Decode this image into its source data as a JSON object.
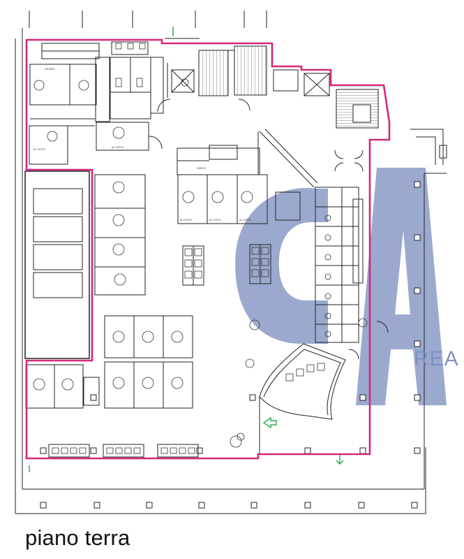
{
  "caption": "piano terra",
  "watermark": {
    "letters": "CA",
    "sub": "REA",
    "color": "#5b72b0"
  },
  "perimeter_color": "#d3287a",
  "room_labels": {
    "office_a": "AC OFFICE",
    "office_b": "AC OFFICE",
    "office_c": "AC OFFICE",
    "office_d": "AC OFFICE",
    "office_e": "AC OFFICE",
    "shower": "SHOWER",
    "service": "SERVICE"
  }
}
